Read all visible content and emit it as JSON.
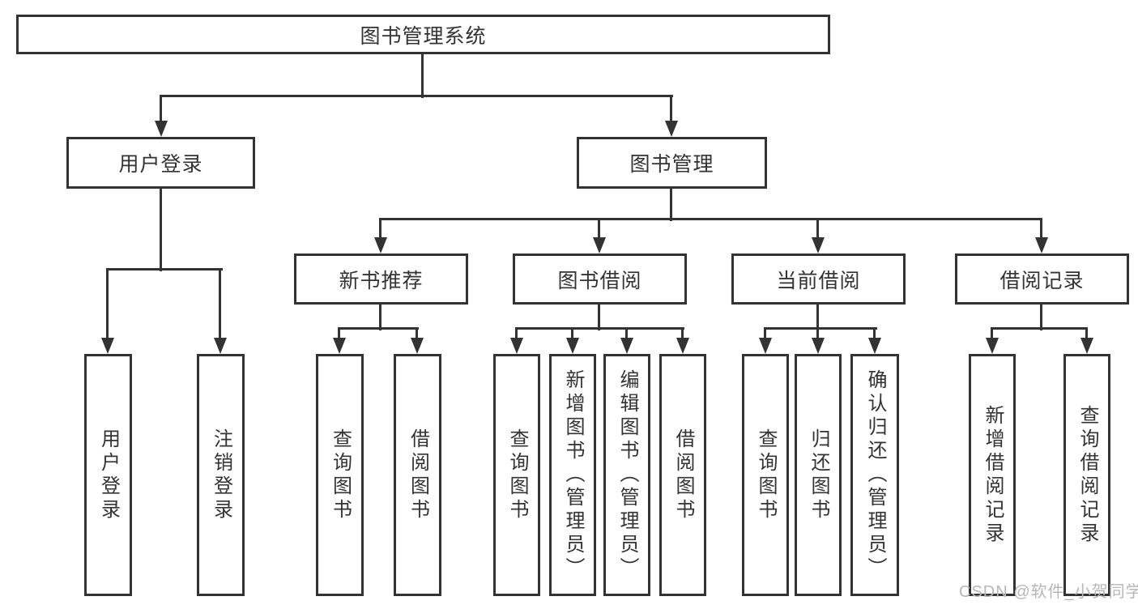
{
  "colors": {
    "line": "#333333",
    "text": "#333333",
    "watermark": "#b7b7b7",
    "background": "#ffffff"
  },
  "nodes": {
    "root": {
      "label": "图书管理系统"
    },
    "level2": [
      {
        "label": "用户登录"
      },
      {
        "label": "图书管理"
      }
    ],
    "level3": [
      {
        "label": "新书推荐"
      },
      {
        "label": "图书借阅"
      },
      {
        "label": "当前借阅"
      },
      {
        "label": "借阅记录"
      }
    ],
    "leaves": {
      "user_login": [
        "用户登录",
        "注销登录"
      ],
      "new_book": [
        "查询图书",
        "借阅图书"
      ],
      "book_borrow": [
        "查询图书",
        "新增图书（管理员）",
        "编辑图书（管理员）",
        "借阅图书"
      ],
      "current_borrow": [
        "查询图书",
        "归还图书",
        "确认归还（管理员）"
      ],
      "borrow_records": [
        "新增借阅记录",
        "查询借阅记录"
      ]
    }
  },
  "watermark": {
    "text": "CSDN @软件_小贺同学"
  }
}
